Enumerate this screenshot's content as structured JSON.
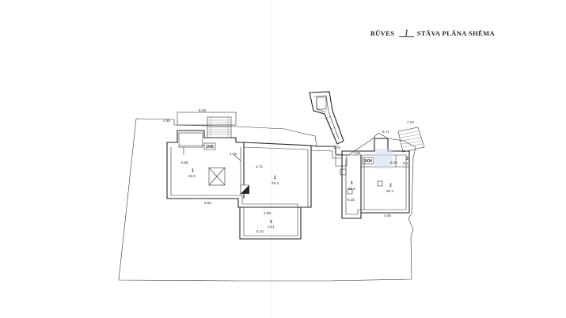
{
  "sheet": {
    "title_prefix": "BŪVES",
    "floor_number": "1",
    "title_suffix": "STĀVA PLĀNA SHĒMA"
  },
  "dimensions": {
    "d_8_48": "8.48",
    "d_4_90": "4.90",
    "d_6_85": "6.85",
    "d_4_85": "4.85",
    "d_2_71": "2.71",
    "d_5_55": "5.55",
    "d_4_55": "4.55",
    "d_6_10": "6.10",
    "d_2_75": "2.75",
    "d_4_20": "4.20",
    "d_5_71": "5.71",
    "d_3_91": "3.91",
    "d_6_25": "6.25",
    "d_5_30": "5.30",
    "d_4_50": "4.50"
  },
  "rooms": {
    "r1_num": "1",
    "r1_area": "32.0",
    "r2_num": "2",
    "r2_area": "25.3",
    "r3_num": "3",
    "r3_area": "13.1",
    "r4_num": "1",
    "r4_area": "32.6",
    "r5_num": "2",
    "r5_area": "25.3",
    "r6_num": "3",
    "r6_area": "9.1",
    "tag_left": "1/42",
    "tag_right": "1/04"
  }
}
